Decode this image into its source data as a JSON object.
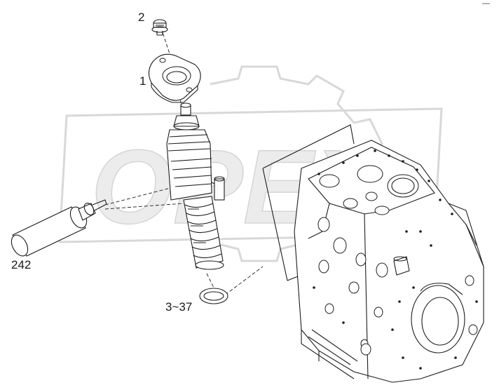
{
  "callouts": {
    "bolt": "2",
    "flange": "1",
    "tool": "242",
    "oring": "3~37"
  },
  "corner_mark": "—",
  "watermark": {
    "text": "OPEX"
  },
  "colors": {
    "line": "#1d1d1d",
    "watermark": "#d8d8d8",
    "background": "#ffffff"
  }
}
